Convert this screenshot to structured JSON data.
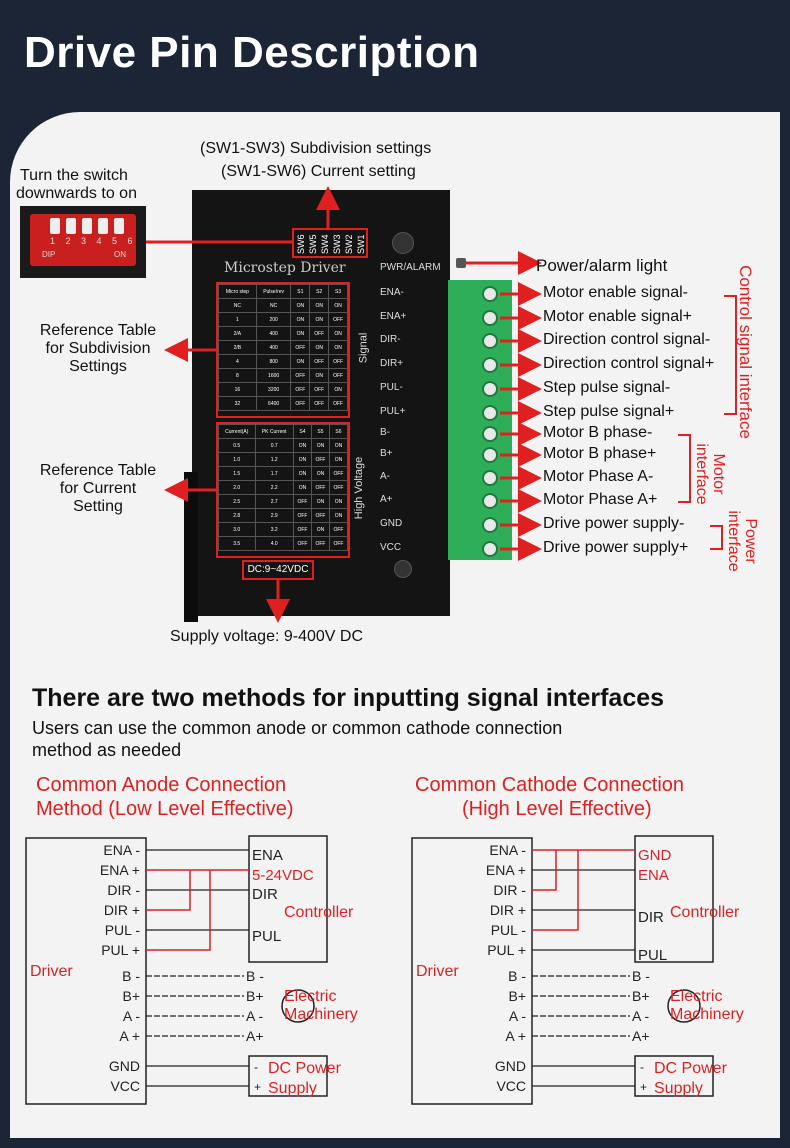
{
  "title": "Drive Pin Description",
  "top": {
    "subdivision_settings": "(SW1-SW3) Subdivision settings",
    "current_setting": "(SW1-SW6) Current setting",
    "switch_note_line1": "Turn the switch",
    "switch_note_line2": "downwards to on",
    "dip_numbers": "1 2 3 4 5 6",
    "dip_label": "DIP",
    "dip_on": "ON",
    "switch_labels": [
      "SW6",
      "SW5",
      "SW4",
      "SW3",
      "SW2",
      "SW1"
    ],
    "pwr_alarm": "PWR/ALARM",
    "power_alarm_light": "Power/alarm light",
    "driver_name": "Microstep Driver",
    "ref_subdivision": [
      "Reference Table",
      "for Subdivision",
      "Settings"
    ],
    "ref_current": [
      "Reference Table",
      "for Current",
      "Setting"
    ],
    "dc_label": "DC:9~42VDC",
    "supply_voltage": "Supply voltage: 9-400V DC",
    "signal_label": "Signal",
    "high_voltage_label": "High Voltage",
    "terminal_labels": [
      "ENA-",
      "ENA+",
      "DIR-",
      "DIR+",
      "PUL-",
      "PUL+",
      "B-",
      "B+",
      "A-",
      "A+",
      "GND",
      "VCC"
    ],
    "pin_labels": [
      "Motor enable signal-",
      "Motor enable signal+",
      "Direction control signal-",
      "Direction control signal+",
      "Step pulse signal-",
      "Step pulse signal+",
      "Motor B phase-",
      "Motor B phase+",
      "Motor Phase A-",
      "Motor Phase A+",
      "Drive power supply-",
      "Drive power supply+"
    ],
    "group_control": "Control signal interface",
    "group_motor_1": "Motor",
    "group_motor_2": "interface",
    "group_power_1": "Power",
    "group_power_2": "interface",
    "subdivision_table": {
      "headers": [
        "Micro step",
        "Pulse/rev",
        "S1",
        "S2",
        "S3"
      ],
      "rows": [
        [
          "NC",
          "NC",
          "ON",
          "ON",
          "ON"
        ],
        [
          "1",
          "200",
          "ON",
          "ON",
          "OFF"
        ],
        [
          "2/A",
          "400",
          "ON",
          "OFF",
          "ON"
        ],
        [
          "2/B",
          "400",
          "OFF",
          "ON",
          "ON"
        ],
        [
          "4",
          "800",
          "ON",
          "OFF",
          "OFF"
        ],
        [
          "8",
          "1600",
          "OFF",
          "ON",
          "OFF"
        ],
        [
          "16",
          "3200",
          "OFF",
          "OFF",
          "ON"
        ],
        [
          "32",
          "6400",
          "OFF",
          "OFF",
          "OFF"
        ]
      ]
    },
    "current_table": {
      "headers": [
        "Current(A)",
        "PK Current",
        "S4",
        "S5",
        "S6"
      ],
      "rows": [
        [
          "0.5",
          "0.7",
          "ON",
          "ON",
          "ON"
        ],
        [
          "1.0",
          "1.2",
          "ON",
          "OFF",
          "ON"
        ],
        [
          "1.5",
          "1.7",
          "ON",
          "ON",
          "OFF"
        ],
        [
          "2.0",
          "2.2",
          "ON",
          "OFF",
          "OFF"
        ],
        [
          "2.5",
          "2.7",
          "OFF",
          "ON",
          "ON"
        ],
        [
          "2.8",
          "2.9",
          "OFF",
          "OFF",
          "ON"
        ],
        [
          "3.0",
          "3.2",
          "OFF",
          "ON",
          "OFF"
        ],
        [
          "3.5",
          "4.0",
          "OFF",
          "OFF",
          "OFF"
        ]
      ]
    }
  },
  "methods": {
    "heading": "There are two methods for inputting signal interfaces",
    "sub_line1": "Users can use the common anode or common cathode connection",
    "sub_line2": "method as needed",
    "anode_title_1": "Common Anode Connection",
    "anode_title_2": "Method (Low Level Effective)",
    "cathode_title_1": "Common Cathode Connection",
    "cathode_title_2": "(High Level Effective)",
    "driver_label": "Driver",
    "driver_pins": [
      "ENA -",
      "ENA +",
      "DIR -",
      "DIR +",
      "PUL -",
      "PUL +",
      "B -",
      "B+",
      "A -",
      "A +",
      "GND",
      "VCC"
    ],
    "controller_label": "Controller",
    "anode_ctrl_pins": [
      "ENA",
      "5-24VDC",
      "DIR",
      "PUL"
    ],
    "cathode_ctrl_pins": [
      "GND",
      "ENA",
      "DIR",
      "PUL"
    ],
    "motor_pins": [
      "B -",
      "B+",
      "A -",
      "A+"
    ],
    "electric_1": "Electric",
    "electric_2": "Machinery",
    "power_minus": "-",
    "power_plus": "+",
    "dc_power_1": "DC Power",
    "dc_power_2": "Supply"
  }
}
